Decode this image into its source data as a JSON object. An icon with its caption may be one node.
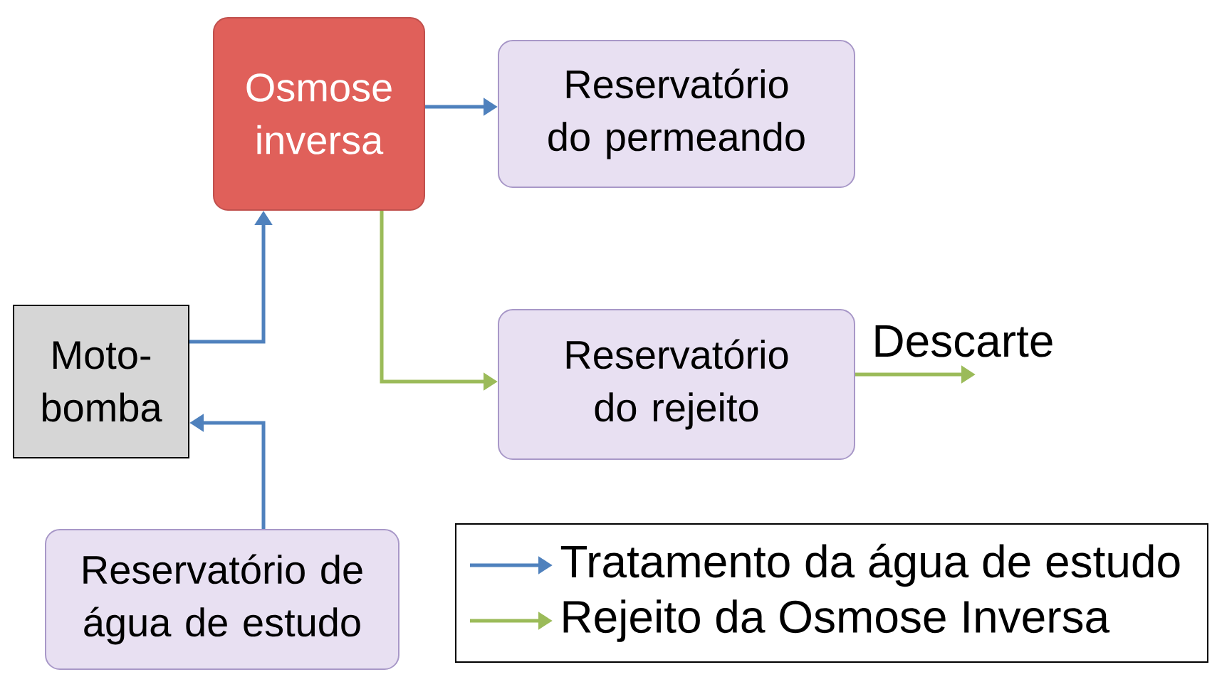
{
  "diagram": {
    "nodes": [
      {
        "text": [
          "Osmose inversa"
        ]
      },
      {
        "text": [
          "Reservatório do permeando"
        ]
      },
      {
        "text": [
          "Moto-bomba"
        ]
      },
      {
        "text": [
          "Reservatório do rejeito"
        ]
      },
      {
        "text": [
          "Descarte"
        ]
      },
      {
        "text": [
          "Reservatório de água de estudo"
        ]
      }
    ],
    "edges": [
      {
        "from": 5,
        "to": 2,
        "arrow": "to"
      },
      {
        "from": 2,
        "to": 0,
        "arrow": "to"
      },
      {
        "from": 0,
        "to": 1,
        "arrow": "to"
      },
      {
        "from": 0,
        "to": 3,
        "arrow": "to",
        "color": "#9bbb59"
      },
      {
        "from": 3,
        "to": 4,
        "arrow": "to",
        "color": "#9bbb59"
      }
    ],
    "legend": [
      {
        "text": "Tratamento da água de estudo"
      },
      {
        "text": "Rejeito da Osmose Inversa"
      }
    ]
  }
}
